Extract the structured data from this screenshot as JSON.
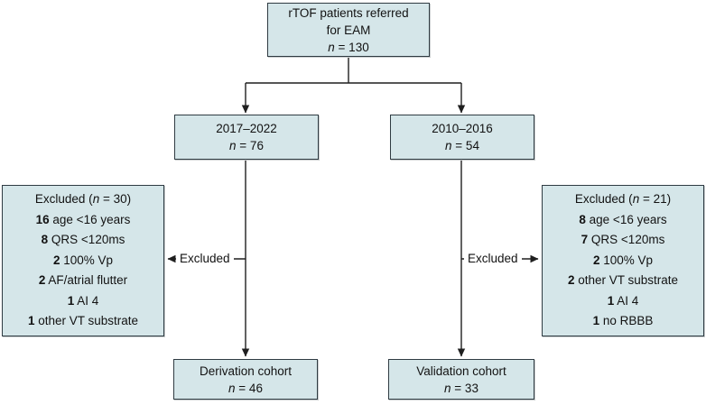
{
  "colors": {
    "box_fill": "#d5e6e9",
    "box_border": "#2f3b42",
    "line": "#1f1f1f",
    "text": "#121212",
    "background": "#ffffff"
  },
  "boxes": {
    "top": {
      "line1": "rTOF patients referred",
      "line2": "for EAM",
      "n_label": "n",
      "n_value": " = 130"
    },
    "mid_left": {
      "line1": "2017–2022",
      "n_label": "n",
      "n_value": " = 76"
    },
    "mid_right": {
      "line1": "2010–2016",
      "n_label": "n",
      "n_value": " = 54"
    },
    "excluded_left": {
      "header_pre": "Excluded (",
      "header_n": "n",
      "header_post": " = 30)",
      "items": [
        {
          "num": "16",
          "text": " age <16 years"
        },
        {
          "num": "8",
          "text": " QRS <120ms"
        },
        {
          "num": "2",
          "text": " 100% Vp"
        },
        {
          "num": "2",
          "text": " AF/atrial flutter"
        },
        {
          "num": "1",
          "text": " AI 4"
        },
        {
          "num": "1",
          "text": " other VT substrate"
        }
      ]
    },
    "excluded_right": {
      "header_pre": "Excluded (",
      "header_n": "n",
      "header_post": " = 21)",
      "items": [
        {
          "num": "8",
          "text": " age <16 years"
        },
        {
          "num": "7",
          "text": " QRS <120ms"
        },
        {
          "num": "2",
          "text": " 100% Vp"
        },
        {
          "num": "2",
          "text": " other VT substrate"
        },
        {
          "num": "1",
          "text": " AI 4"
        },
        {
          "num": "1",
          "text": " no RBBB"
        }
      ]
    },
    "bottom_left": {
      "line1": "Derivation cohort",
      "n_label": "n",
      "n_value": " = 46"
    },
    "bottom_right": {
      "line1": "Validation cohort",
      "n_label": "n",
      "n_value": " = 33"
    }
  },
  "labels": {
    "excluded_left_arrow": "Excluded",
    "excluded_right_arrow": "Excluded"
  }
}
